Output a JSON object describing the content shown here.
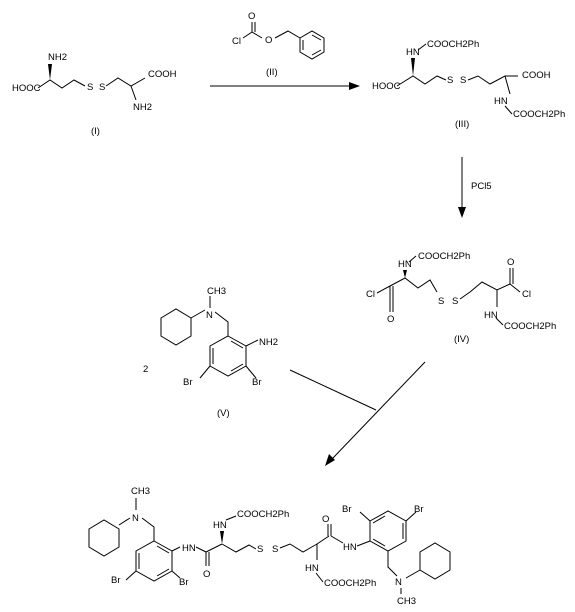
{
  "labels": {
    "I": "(I)",
    "II": "(II)",
    "III": "(III)",
    "IV": "(IV)",
    "V": "(V)",
    "multiplier": "2"
  },
  "reagents": {
    "pcl5": "PCl5"
  },
  "atoms": {
    "nh2": "NH2",
    "cooh": "COOH",
    "hooc": "HOOC",
    "hn": "HN",
    "cooch2ph": "COOCH2Ph",
    "cl": "Cl",
    "o": "O",
    "s": "S",
    "n": "N",
    "br": "Br",
    "ch3": "CH3"
  }
}
